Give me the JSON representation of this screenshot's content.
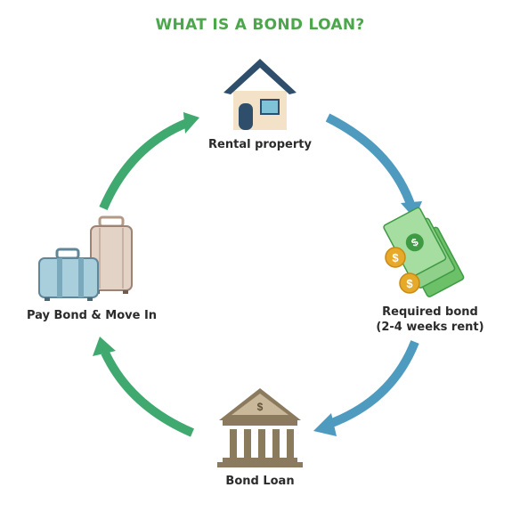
{
  "title": "WHAT IS A BOND LOAN?",
  "steps": {
    "rental": {
      "label": "Rental property",
      "icon": "house-icon"
    },
    "required": {
      "label_line1": "Required bond",
      "label_line2": "(2-4 weeks rent)",
      "icon": "money-icon"
    },
    "loan": {
      "label": "Bond Loan",
      "icon": "bank-icon"
    },
    "pay": {
      "label": "Pay Bond & Move In",
      "icon": "luggage-icon"
    }
  },
  "bank_symbol": "$",
  "coin_symbol": "$",
  "colors": {
    "title": "#4ca64c",
    "arrow_blue": "#4f9bbf",
    "arrow_green": "#3fa96f",
    "house_roof": "#2f4e6b",
    "house_wall": "#f3e2c8",
    "bank": "#8c7a5e",
    "cash": "#8fd18a",
    "coin": "#e6a92a"
  }
}
